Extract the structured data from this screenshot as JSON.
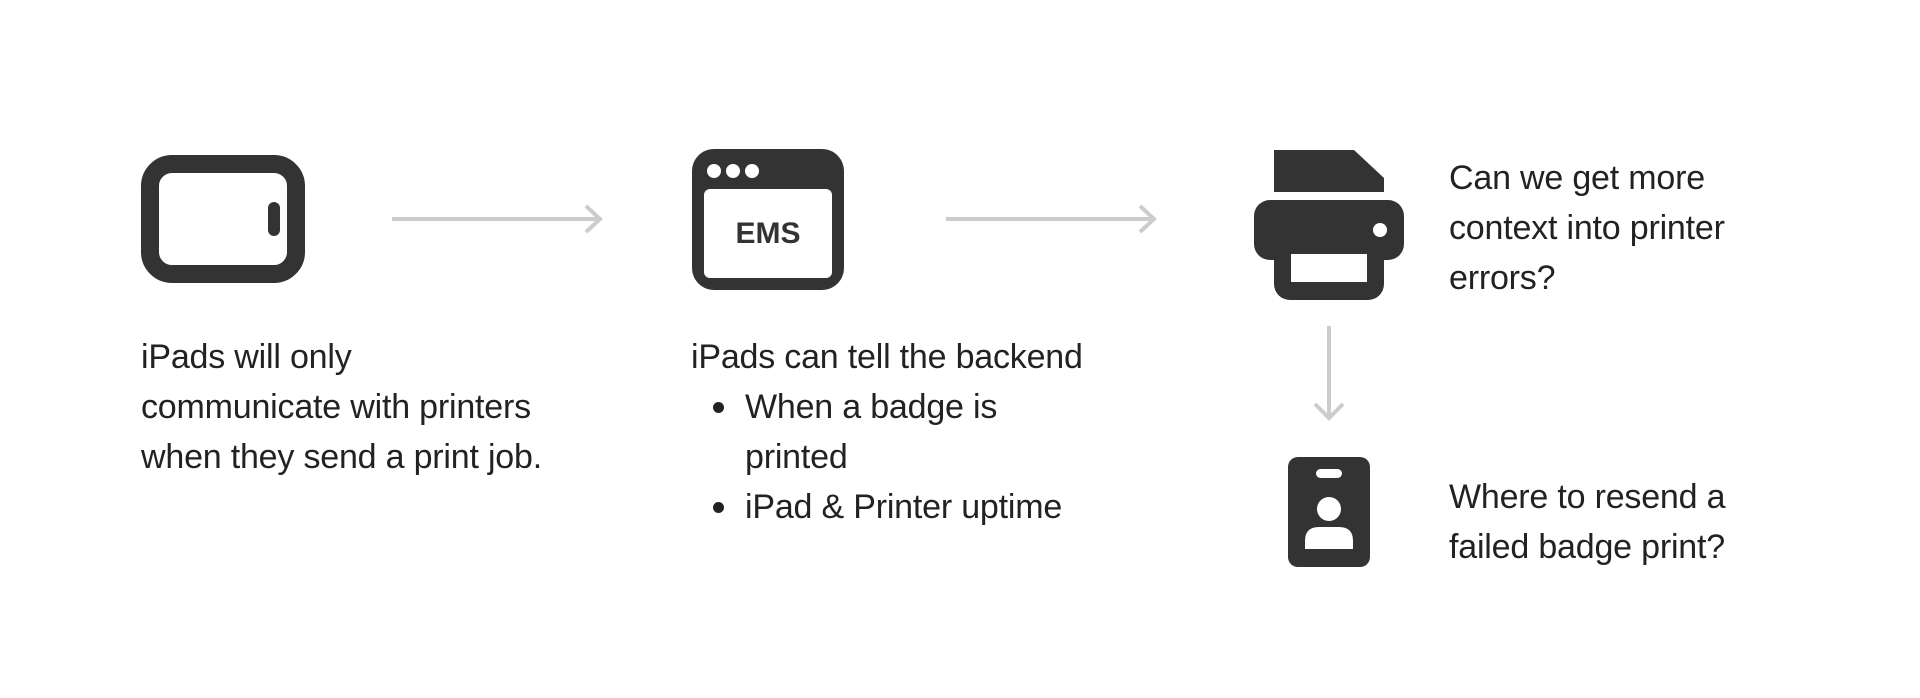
{
  "colors": {
    "icon": "#333333",
    "arrow": "#cccccc",
    "text": "#222222",
    "background": "#ffffff"
  },
  "icons": {
    "ipad": "tablet-icon",
    "ems": "browser-window-icon",
    "printer": "printer-icon",
    "badge": "id-badge-icon"
  },
  "ems_label": "EMS",
  "ipad_note": {
    "lines": [
      "iPads will only",
      "communicate with printers",
      "when they send a print job."
    ]
  },
  "backend_note": {
    "intro": "iPads can tell the backend",
    "bullets": [
      {
        "lines": [
          "When a badge is",
          "printed"
        ]
      },
      {
        "lines": [
          "iPad & Printer uptime"
        ]
      }
    ]
  },
  "printer_question": {
    "lines": [
      "Can we get more",
      "context into printer",
      "errors?"
    ]
  },
  "badge_question": {
    "lines": [
      "Where to resend a",
      "failed badge print?"
    ]
  }
}
